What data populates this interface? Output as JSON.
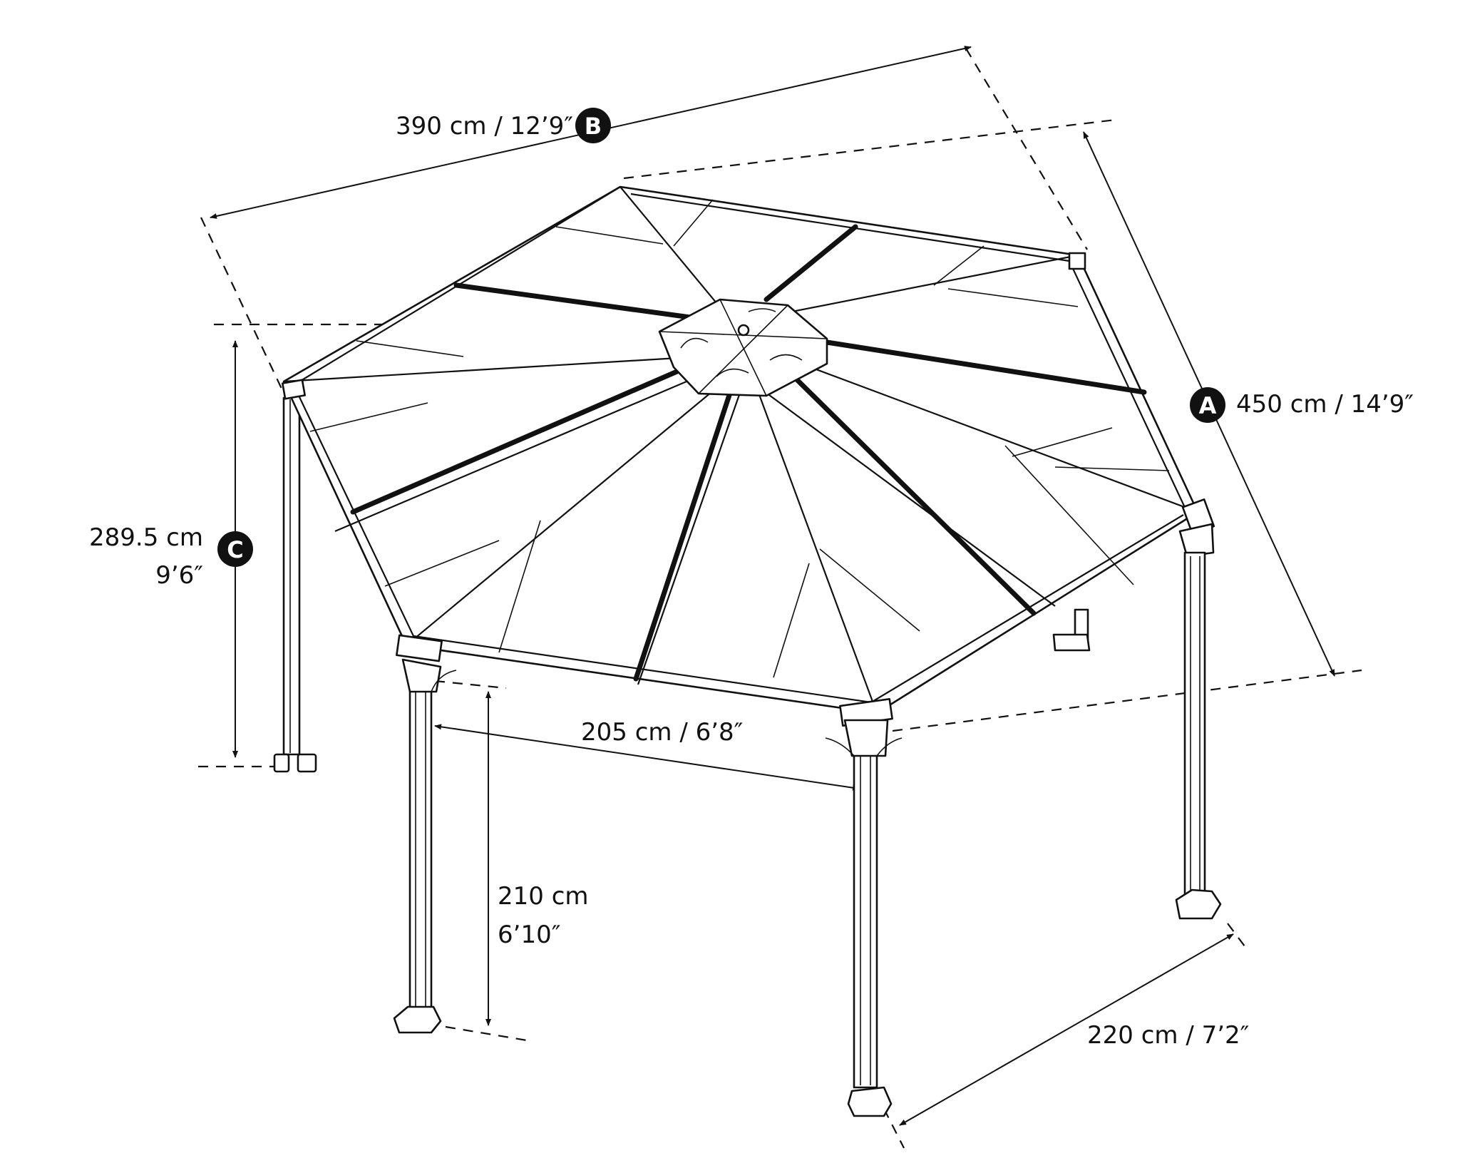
{
  "labels": {
    "dim_b": "390 cm / 12’9″",
    "dim_a": "450 cm / 14’9″",
    "dim_c_cm": "289.5 cm",
    "dim_c_ft": "9’6″",
    "dim_side": "205 cm / 6’8″",
    "dim_door_cm": "210 cm",
    "dim_door_ft": "6’10″",
    "dim_bottom": "220 cm / 7’2″"
  },
  "badges": {
    "a": "A",
    "b": "B",
    "c": "C"
  },
  "colors": {
    "ink": "#111111",
    "badge_fill": "#111111",
    "background": "#ffffff"
  }
}
